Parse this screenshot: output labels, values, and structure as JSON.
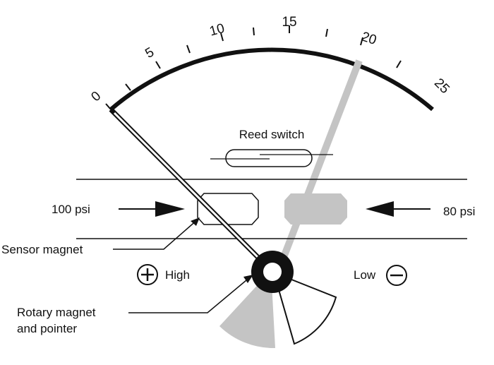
{
  "gauge": {
    "scale_labels": [
      "0",
      "5",
      "10",
      "15",
      "20",
      "25"
    ]
  },
  "labels": {
    "reed_switch": "Reed switch",
    "left_pressure": "100 psi",
    "right_pressure": "80 psi",
    "sensor_magnet": "Sensor magnet",
    "high": "High",
    "low": "Low",
    "rotary_magnet_line1": "Rotary magnet",
    "rotary_magnet_line2": "and pointer"
  },
  "colors": {
    "line": "#111111",
    "ghost": "#c4c4c4"
  }
}
